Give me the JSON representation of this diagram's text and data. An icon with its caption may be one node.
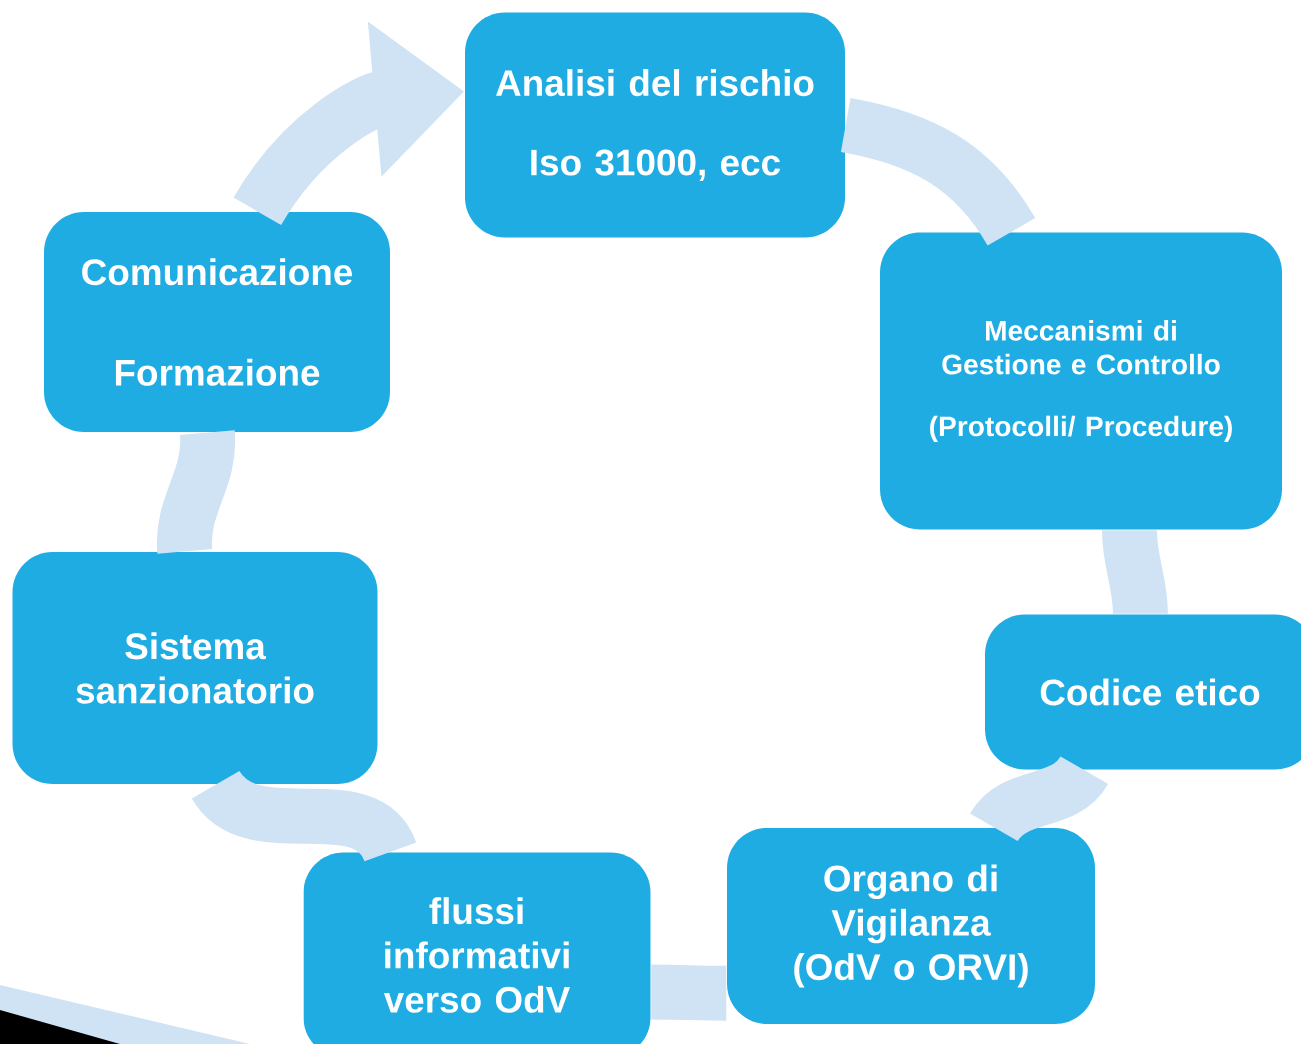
{
  "diagram": {
    "nodes": [
      {
        "text": [
          "Analisi del rischio",
          "Iso 31000, ecc"
        ]
      },
      {
        "text": [
          "Meccanismi di Gestione e Controllo",
          "(Protocolli/ Procedure)"
        ]
      },
      {
        "text": [
          "Codice etico"
        ]
      },
      {
        "text": [
          "Organo di Vigilanza (OdV o ORVI)"
        ]
      },
      {
        "text": [
          "flussi informativi verso OdV"
        ]
      },
      {
        "text": [
          "Sistema sanzionatorio"
        ]
      },
      {
        "text": [
          "Comunicazione",
          "Formazione"
        ]
      }
    ],
    "edges": [
      {
        "from": 0,
        "to": 1,
        "arrow": "none"
      },
      {
        "from": 1,
        "to": 2,
        "arrow": "none"
      },
      {
        "from": 2,
        "to": 3,
        "arrow": "none"
      },
      {
        "from": 3,
        "to": 4,
        "arrow": "none"
      },
      {
        "from": 4,
        "to": 5,
        "arrow": "none"
      },
      {
        "from": 5,
        "to": 6,
        "arrow": "none"
      },
      {
        "from": 6,
        "to": 0,
        "arrow": "to"
      }
    ]
  }
}
